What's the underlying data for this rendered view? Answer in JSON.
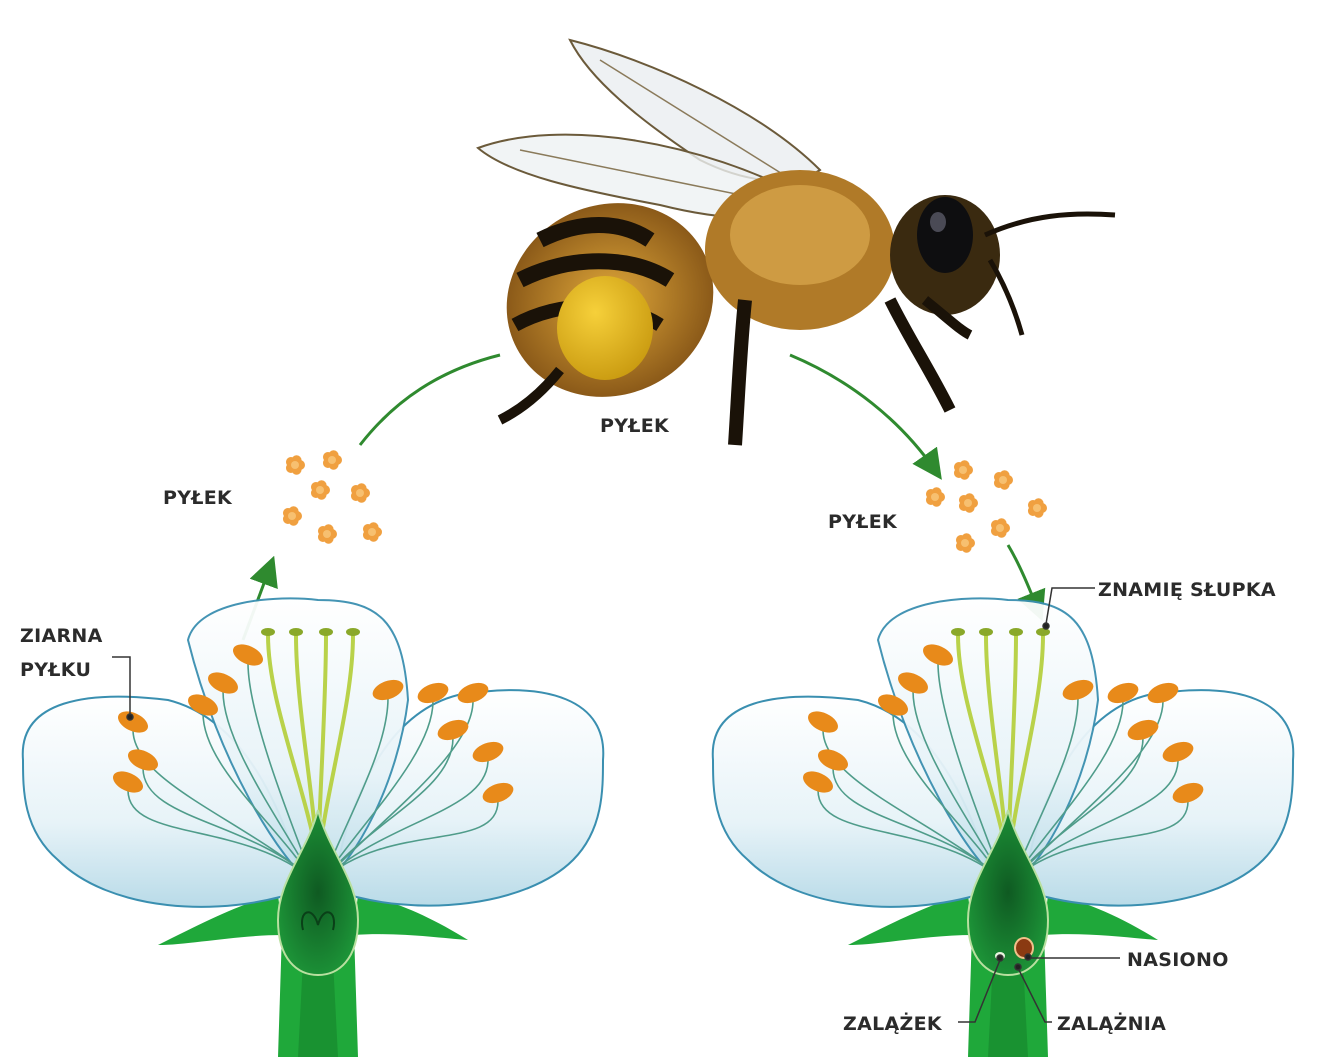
{
  "labels": {
    "pollen_bee": "PYŁEK",
    "pollen_left": "PYŁEK",
    "pollen_right": "PYŁEK",
    "pollen_grains_line1": "ZIARNA",
    "pollen_grains_line2": "PYŁKU",
    "stigma": "ZNAMIĘ SŁUPKA",
    "seed": "NASIONO",
    "ovule": "ZALĄŻEK",
    "ovary": "ZALĄŻNIA"
  },
  "colors": {
    "arrow": "#2f8a2f",
    "pollen": "#f0a040",
    "anther": "#e88a1a",
    "stem": "#1fa83a",
    "stem_dark": "#0d6b22",
    "petal_fill": "#eef7fb",
    "petal_edge": "#3a8fb0",
    "filament": "#4f9c8a",
    "pistil": "#b9d24a",
    "label": "#2b2b2b"
  }
}
